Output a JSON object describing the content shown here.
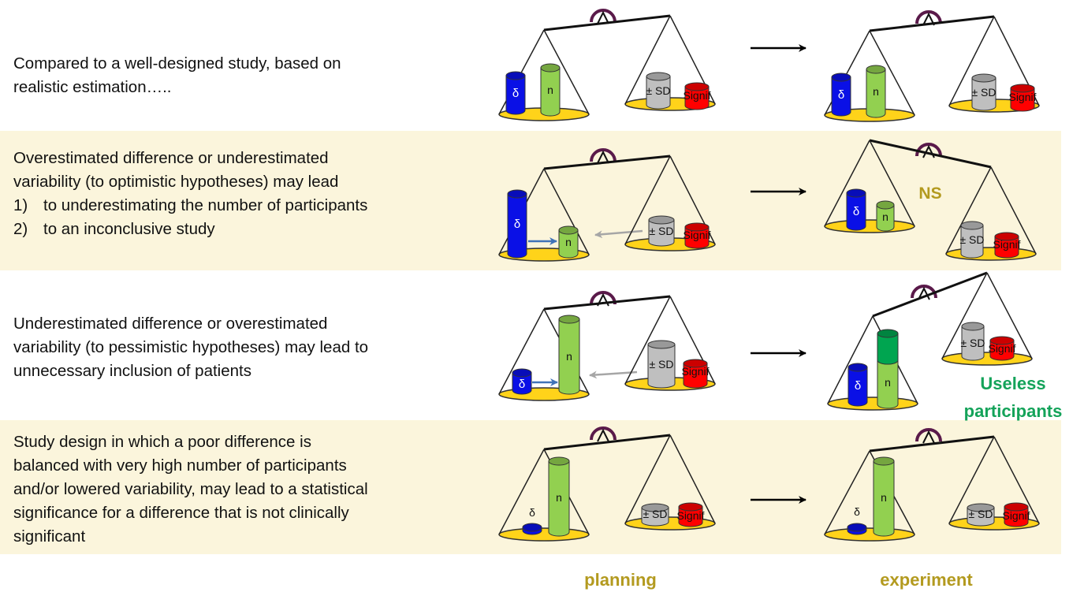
{
  "rows": [
    {
      "lines": [
        "Compared to a well-designed study, based on",
        "realistic estimation….."
      ]
    },
    {
      "lines": [
        "Overestimated difference or underestimated",
        "variability (to optimistic hypotheses)  may lead"
      ],
      "items": [
        {
          "num": "1)",
          "text": "to underestimating the number of participants"
        },
        {
          "num": "2)",
          "text": "to an inconclusive study"
        }
      ]
    },
    {
      "lines": [
        "Underestimated difference or overestimated",
        "variability (to pessimistic hypotheses)  may lead  to",
        "unnecessary inclusion of patients"
      ]
    },
    {
      "lines": [
        "Study design in which a poor difference is",
        "balanced with very high number of participants",
        "and/or lowered variability, may lead to a statistical",
        "significance for a difference that is not clinically",
        "significant"
      ]
    }
  ],
  "symbols": {
    "delta": "δ",
    "n": "n",
    "sd": "± SD",
    "signif": "Signif"
  },
  "labels": {
    "ns": "NS",
    "useless_line1": "Useless",
    "useless_line2": "participants",
    "planning": "planning",
    "experiment": "experiment"
  },
  "colors": {
    "band": "#fbf5dc",
    "delta": "#0a10e6",
    "n": "#92d050",
    "n_extra": "#00a550",
    "sd": "#bfbfbf",
    "signif": "#ff0000",
    "pan": "#ffd31a",
    "fulcrum": "#5a1a4a",
    "olive_text": "#b39a1f",
    "green_text": "#14a35a"
  }
}
